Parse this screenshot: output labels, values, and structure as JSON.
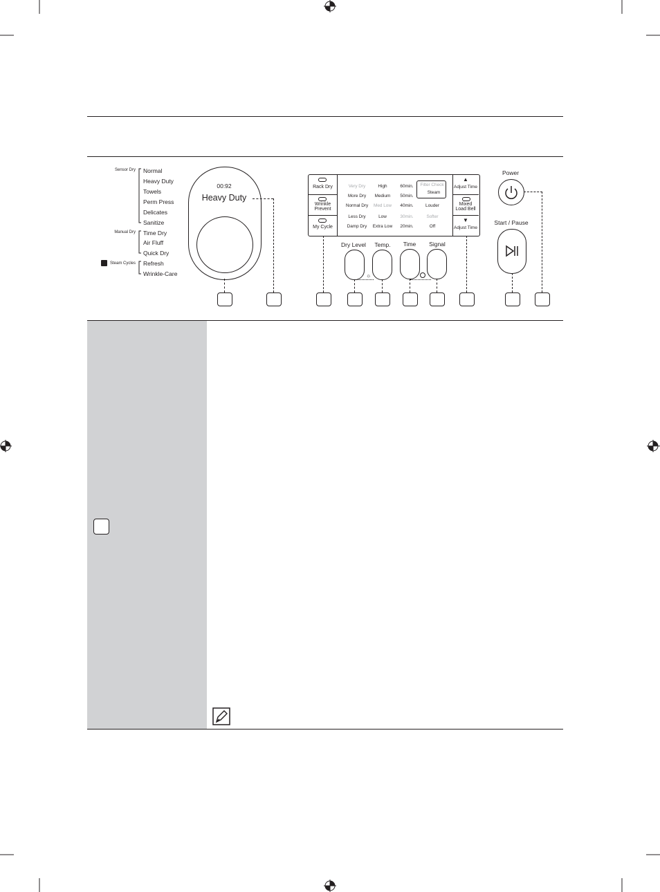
{
  "cycles": {
    "sensor_dry_label": "Sensor Dry",
    "manual_dry_label": "Manual Dry",
    "steam_cycles_label": "Steam Cycles",
    "sensor_dry": [
      "Normal",
      "Heavy Duty",
      "Towels",
      "Perm Press",
      "Delicates",
      "Sanitize"
    ],
    "manual_dry": [
      "Time Dry",
      "Air Fluff",
      "Quick Dry"
    ],
    "steam": [
      "Refresh",
      "Wrinkle-Care"
    ]
  },
  "dial": {
    "time": "00:92",
    "cycle": "Heavy Duty"
  },
  "left_keys": {
    "rack_dry": "Rack Dry",
    "wrinkle_line1": "Wrinkle",
    "wrinkle_line2": "Prevent",
    "my_cycle": "My Cycle"
  },
  "display": {
    "dry_level": [
      "Very Dry",
      "More Dry",
      "Normal Dry",
      "Less Dry",
      "Damp Dry"
    ],
    "temp": [
      "High",
      "Medium",
      "Med Low",
      "Low",
      "Extra Low"
    ],
    "time": [
      "60min.",
      "50min.",
      "40min.",
      "30min.",
      "20min."
    ],
    "filter_check": "Filter Check",
    "steam": "Steam",
    "signal": [
      "Louder",
      "Softer",
      "Off"
    ]
  },
  "right_keys": {
    "up_arrow": "▲",
    "adjust_time": "Adjust Time",
    "mixed_line1": "Mixed",
    "mixed_line2": "Load Bell",
    "down_arrow": "▼"
  },
  "keys": {
    "dry_level": "Dry Level",
    "temp": "Temp.",
    "time": "Time",
    "signal": "Signal"
  },
  "power": {
    "label": "Power",
    "start_pause": "Start / Pause"
  }
}
